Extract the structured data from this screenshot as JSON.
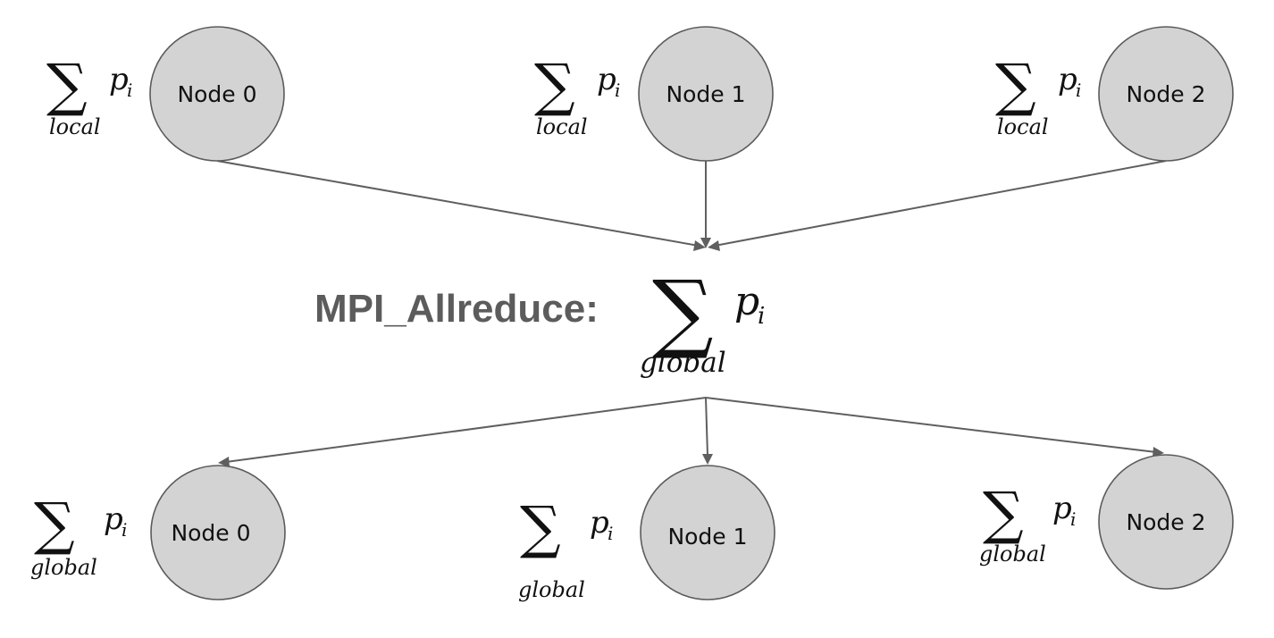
{
  "colors": {
    "node_fill": "#d3d3d3",
    "node_stroke": "#5b5b5b",
    "arrow": "#5f5f5f",
    "center_label": "#5c5c5c"
  },
  "top_nodes": [
    {
      "label": "Node 0",
      "sum_symbol": "∑",
      "variable": "p",
      "subscript": "i",
      "scope": "local"
    },
    {
      "label": "Node 1",
      "sum_symbol": "∑",
      "variable": "p",
      "subscript": "i",
      "scope": "local"
    },
    {
      "label": "Node 2",
      "sum_symbol": "∑",
      "variable": "p",
      "subscript": "i",
      "scope": "local"
    }
  ],
  "center": {
    "label": "MPI_Allreduce:",
    "sum_symbol": "∑",
    "variable": "p",
    "subscript": "i",
    "scope": "global"
  },
  "bottom_nodes": [
    {
      "label": "Node 0",
      "sum_symbol": "∑",
      "variable": "p",
      "subscript": "i",
      "scope": "global"
    },
    {
      "label": "Node 1",
      "sum_symbol": "∑",
      "variable": "p",
      "subscript": "i",
      "scope": "global"
    },
    {
      "label": "Node 2",
      "sum_symbol": "∑",
      "variable": "p",
      "subscript": "i",
      "scope": "global"
    }
  ]
}
